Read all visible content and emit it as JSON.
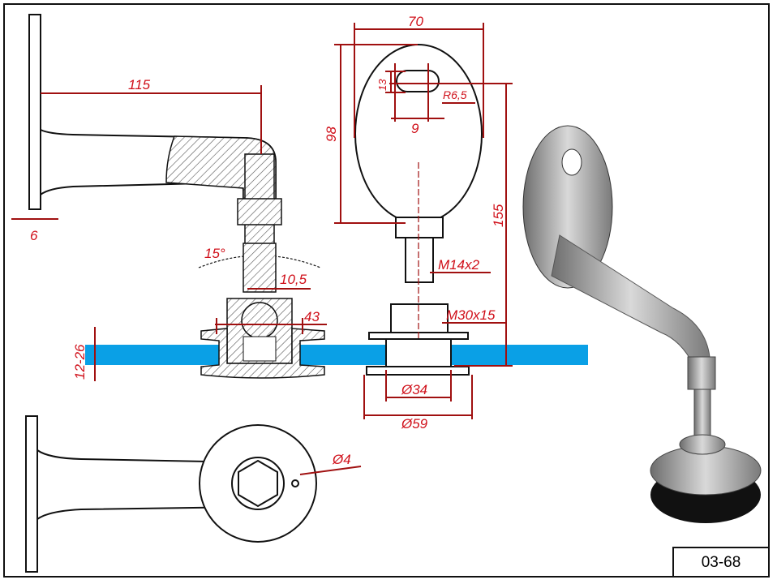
{
  "drawing": {
    "code": "03-68",
    "colors": {
      "dimension": "#d0101a",
      "glass": "#0aa0e6"
    },
    "side_view": {
      "arm_length": "115",
      "flange_thickness": "6"
    },
    "plate_view": {
      "width": "70",
      "height": "98",
      "slot_height": "13",
      "slot_radius": "R6,5",
      "slot_width": "9",
      "total_height": "155",
      "thread_small": "M14x2",
      "thread_large": "M30x15",
      "inner_diameter": "Ø34",
      "outer_diameter": "Ø59"
    },
    "section_view": {
      "angle": "15°",
      "neck": "10,5",
      "hole_span": "43",
      "glass_thickness": "12-26"
    },
    "bottom_view": {
      "hole_diameter": "Ø4"
    }
  }
}
